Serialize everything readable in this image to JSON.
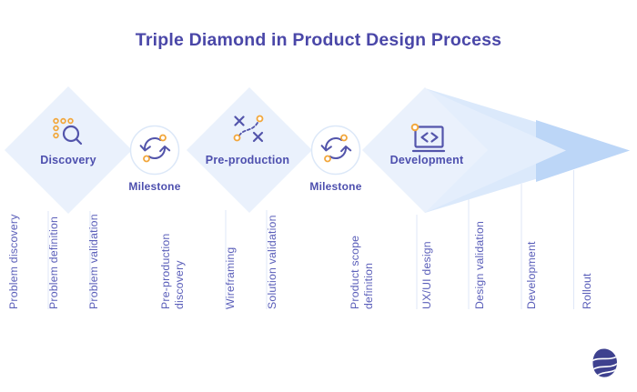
{
  "title": "Triple Diamond in Product Design Process",
  "phases": [
    {
      "label": "Discovery",
      "icon": "search-dots-icon"
    },
    {
      "label": "Pre-production",
      "icon": "strategy-icon"
    },
    {
      "label": "Development",
      "icon": "code-window-icon"
    }
  ],
  "milestones": [
    {
      "label": "Milestone",
      "icon": "sync-arrows-icon"
    },
    {
      "label": "Milestone",
      "icon": "sync-arrows-icon"
    }
  ],
  "stage_labels": [
    {
      "lines": [
        "Problem discovery"
      ]
    },
    {
      "lines": [
        "Problem definition"
      ]
    },
    {
      "lines": [
        "Problem validation"
      ]
    },
    {
      "lines": [
        "Pre-production",
        "discovery"
      ]
    },
    {
      "lines": [
        "Wireframing"
      ]
    },
    {
      "lines": [
        "Solution validation"
      ]
    },
    {
      "lines": [
        "Product scope",
        "definition"
      ]
    },
    {
      "lines": [
        "UX/UI design"
      ]
    },
    {
      "lines": [
        "Design validation"
      ]
    },
    {
      "lines": [
        "Development"
      ]
    },
    {
      "lines": [
        "Rollout"
      ]
    }
  ],
  "colors": {
    "title_text": "#4a47a8",
    "phase_label_text": "#4d4fae",
    "stage_label_text": "#5a5eb9",
    "diamond_fill": "#eaf1fc",
    "arrow_light": "#dbe9fb",
    "arrow_chevron": "#e4eefc",
    "arrow_dark": "#bcd6f7",
    "milestone_circle_fill": "#ffffff",
    "milestone_circle_stroke": "#dce8f8",
    "divider_line": "#dfe7f7",
    "icon_purple": "#5355ab",
    "icon_orange": "#f2a73c",
    "logo_fill": "#3e418f"
  }
}
